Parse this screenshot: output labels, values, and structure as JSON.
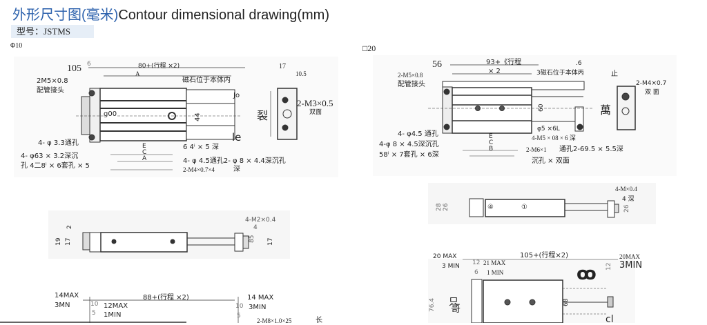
{
  "header": {
    "title_cn": "外形尺寸图(毫米)",
    "title_en": "Contour dimensional drawing(mm)",
    "model_label": "型号：",
    "model_value": "JSTMS"
  },
  "d10": {
    "section": "Φ10",
    "l105": "105",
    "l6": "6",
    "length": "80+(行程 ×2)",
    "A": "A",
    "port": "2M5×0.8",
    "magnet": "磁石位于本体内",
    "port2": "配管接头",
    "jo": "Jo",
    "g00": "g00",
    "h44": "44",
    "le": "le",
    "hole1": "4- φ 3.3通孔",
    "hole2": "6 4ⁱ × 5 深",
    "hole3a": "4- φ63 × 3.2深沉",
    "hole3b": "孔 4二8ⁱ × 6套孔 × 5",
    "E": "E",
    "C": "C",
    "A2": "A",
    "hole4": "4- φ 4.5通孔2- φ 8 × 4.4深沉孔",
    "hole5": "2-M4×0.7×4",
    "deep": "深",
    "side17": "17",
    "side105": "10.5",
    "sideThread": "2-M3×0.5",
    "sideBoth": "双面",
    "sideMark": "裂"
  },
  "d20": {
    "section": "□20",
    "l56": "56",
    "length1": "93+《行程",
    "length2": "× 2",
    "l6": ".6",
    "port": "2-M5×0.8",
    "port2": "配管接头",
    "magnet": "3磁石位于本体丙",
    "h60": "60",
    "phi": "φ5 ×6L",
    "m5": "4-M5 × 08 × 6  深",
    "hole1": "4- φ4.5 通孔",
    "hole2": "4-φ 8 × 4.5深沉孔",
    "hole3": "58ⁱ × 7套孔 × 6深",
    "E": "E",
    "C": "C",
    "B": "B",
    "m6": "2-M6×1",
    "through": "通孔2-69.5 × 5.5深",
    "counter": "沉孔 × 双面",
    "sideTop": "止",
    "sideThread": "2-M4×0.7",
    "sideBoth": "双 面",
    "sideMark": "萬"
  },
  "top10": {
    "d2": "2",
    "d19": "19",
    "d17": "17",
    "thread": "4-M2×0.4",
    "deep": "4",
    "d85": "85",
    "d17r": "17"
  },
  "top20": {
    "thread": "4-M×0.4",
    "deep": "4  深",
    "d28": "28",
    "d26": "26",
    "mark4": "④",
    "mark1": "①",
    "d26r": "26"
  },
  "bl": {
    "max14": "14MAX",
    "min3": "3MN",
    "length": "88+(行程 ×2)",
    "d10": "10",
    "max12": "12MAX",
    "d5": "5",
    "min1": "1MIN",
    "max14r": "14  MAX",
    "d10r": "10",
    "min3r": "3MIN",
    "d5r": "5",
    "thread": "2-M8×1.0×25",
    "long": "长"
  },
  "br": {
    "max20": "20 MAX",
    "min3": "3 MIN",
    "d12": "12",
    "max21": "21    MAX",
    "d6": "6",
    "min1": "1   MIN",
    "length": "105+(行程×2)",
    "max20r": "20MAX",
    "min3r": "3MIN",
    "d12r": "12",
    "sym": "ꝏ",
    "d764": "76.4",
    "m1": "只",
    "m2": "哥",
    "d68": "68",
    "cl": "cl"
  }
}
